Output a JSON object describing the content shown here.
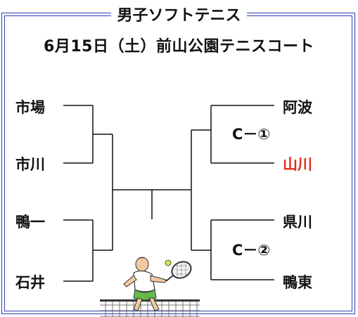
{
  "header": {
    "title": "男子ソフトテニス",
    "event": "6月15日（土）前山公園テニスコート"
  },
  "bracket": {
    "left": [
      "市場",
      "市川",
      "鴨一",
      "石井"
    ],
    "right": [
      "阿波",
      "山川",
      "県川",
      "鴨東"
    ],
    "winner_label": "山川",
    "court_top": "C－①",
    "court_bottom": "C－②"
  },
  "colors": {
    "frame": "#2f3cb4",
    "winner": "#e52b17",
    "text": "#111111"
  },
  "icons": [
    "tennis-player-clipart",
    "tennis-net"
  ]
}
